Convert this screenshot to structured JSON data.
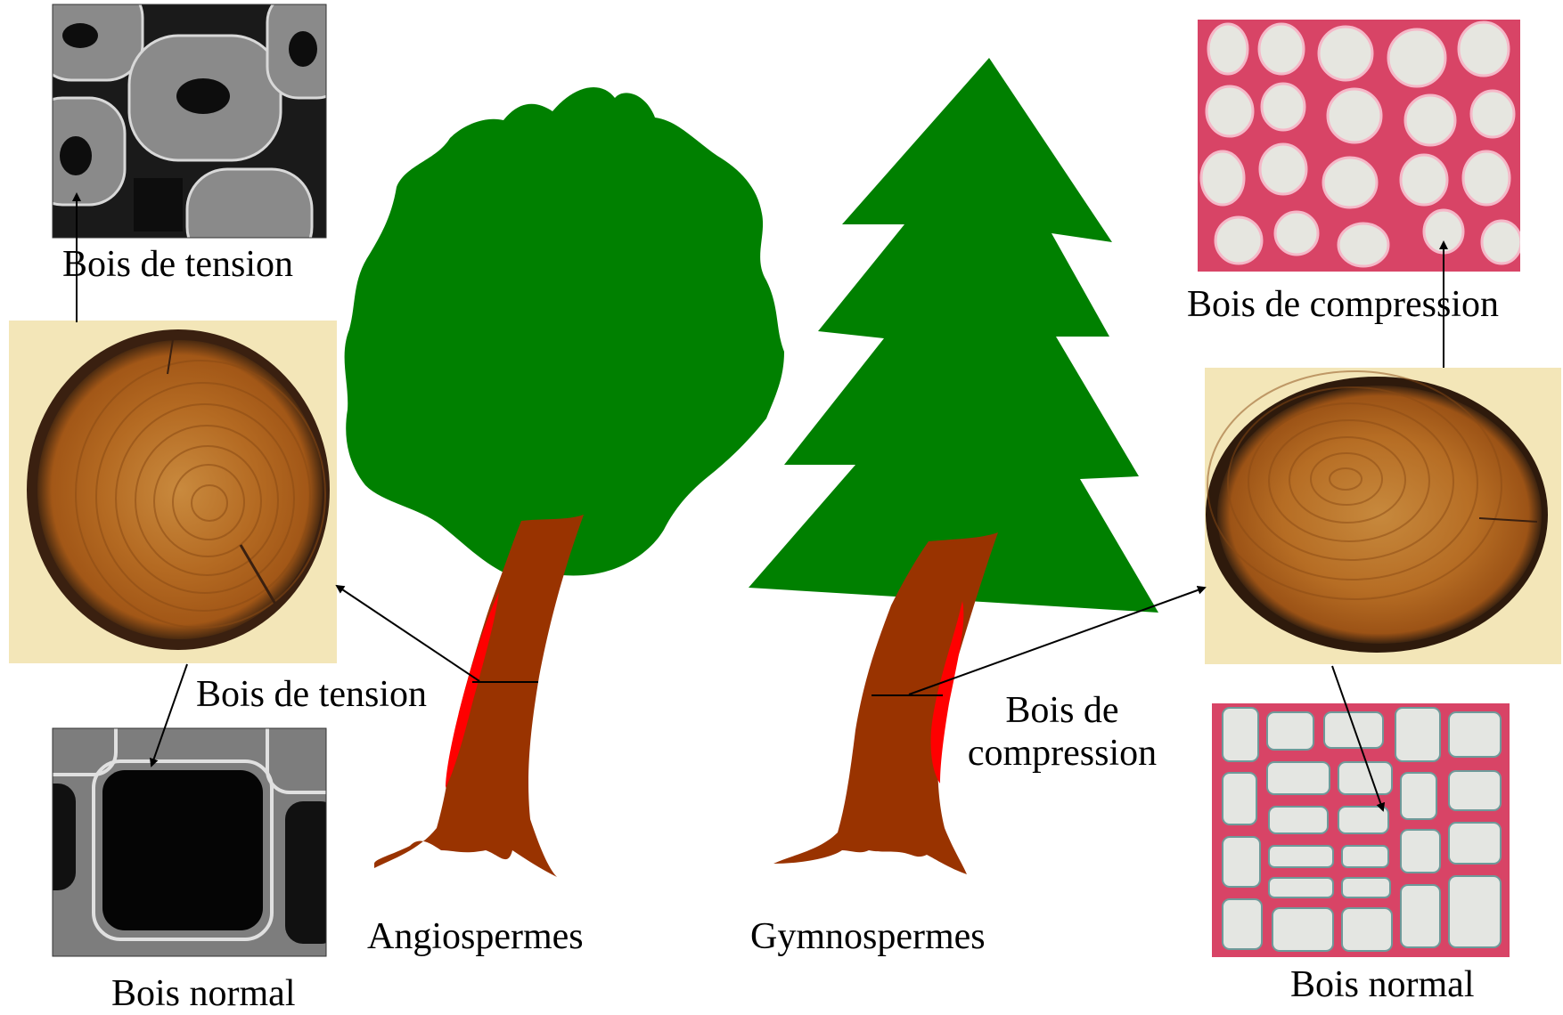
{
  "labels": {
    "tension_top": "Bois de tension",
    "tension_mid": "Bois de tension",
    "normal_left": "Bois normal",
    "compression_top": "Bois de compression",
    "compression_mid_1": "Bois de",
    "compression_mid_2": "compression",
    "normal_right": "Bois normal",
    "angiospermes": "Angiospermes",
    "gymnospermes": "Gymnospermes"
  },
  "colors": {
    "foliage": "#008000",
    "trunk": "#993300",
    "reaction_wood": "#ff0000",
    "cross_section_wood": "#b5651d",
    "photo_background": "#f3e6b8",
    "sem_background": "#1c1c1c",
    "stained_cell_wall": "#d84466",
    "stained_lumen": "#e4e6e2",
    "arrow": "#000000"
  }
}
